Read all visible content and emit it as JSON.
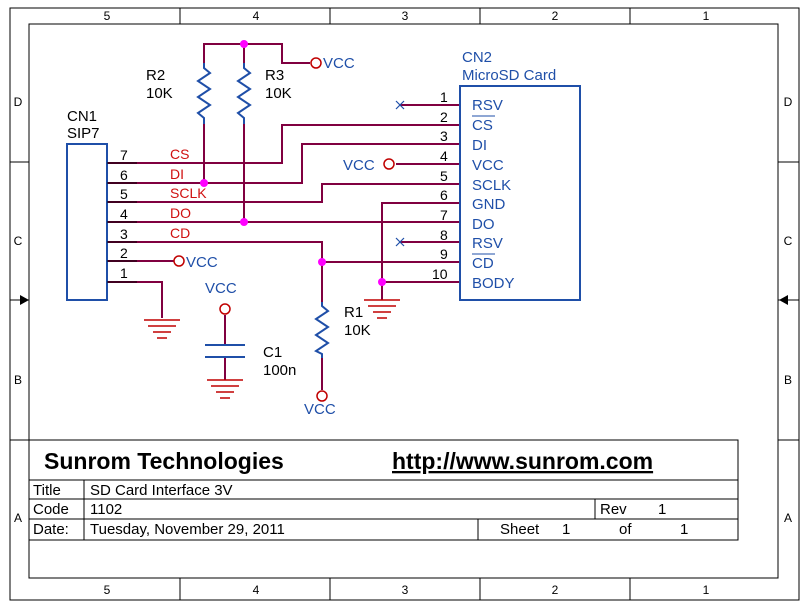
{
  "frame": {
    "columns": [
      "5",
      "4",
      "3",
      "2",
      "1"
    ],
    "rows": [
      "D",
      "C",
      "B",
      "A"
    ]
  },
  "cn1": {
    "ref": "CN1",
    "value": "SIP7",
    "pins": [
      "7",
      "6",
      "5",
      "4",
      "3",
      "2",
      "1"
    ],
    "nets": [
      "CS",
      "DI",
      "SCLK",
      "DO",
      "CD"
    ],
    "vcc": "VCC"
  },
  "cn2": {
    "ref": "CN2",
    "value": "MicroSD Card",
    "pins": [
      "1",
      "2",
      "3",
      "4",
      "5",
      "6",
      "7",
      "8",
      "9",
      "10"
    ],
    "signals": [
      "RSV",
      "CS",
      "DI",
      "VCC",
      "SCLK",
      "GND",
      "DO",
      "RSV",
      "CD",
      "BODY"
    ],
    "vcc": "VCC"
  },
  "r2": {
    "ref": "R2",
    "value": "10K"
  },
  "r3": {
    "ref": "R3",
    "value": "10K"
  },
  "r1": {
    "ref": "R1",
    "value": "10K"
  },
  "c1": {
    "ref": "C1",
    "value": "100n"
  },
  "power": {
    "vcc": "VCC"
  },
  "title_block": {
    "company": "Sunrom Technologies",
    "url": "http://www.sunrom.com",
    "title_label": "Title",
    "title_value": "SD Card Interface 3V",
    "code_label": "Code",
    "code_value": "1102",
    "rev_label": "Rev",
    "rev_value": "1",
    "date_label": "Date:",
    "date_value": "Tuesday, November 29, 2011",
    "sheet_label": "Sheet",
    "sheet_value": "1",
    "of_label": "of",
    "of_value": "1"
  },
  "colors": {
    "wire": "#800040",
    "component": "#1f4fa8",
    "net_label": "#d01010",
    "junction": "#ff00ff",
    "power": "#c00000"
  }
}
